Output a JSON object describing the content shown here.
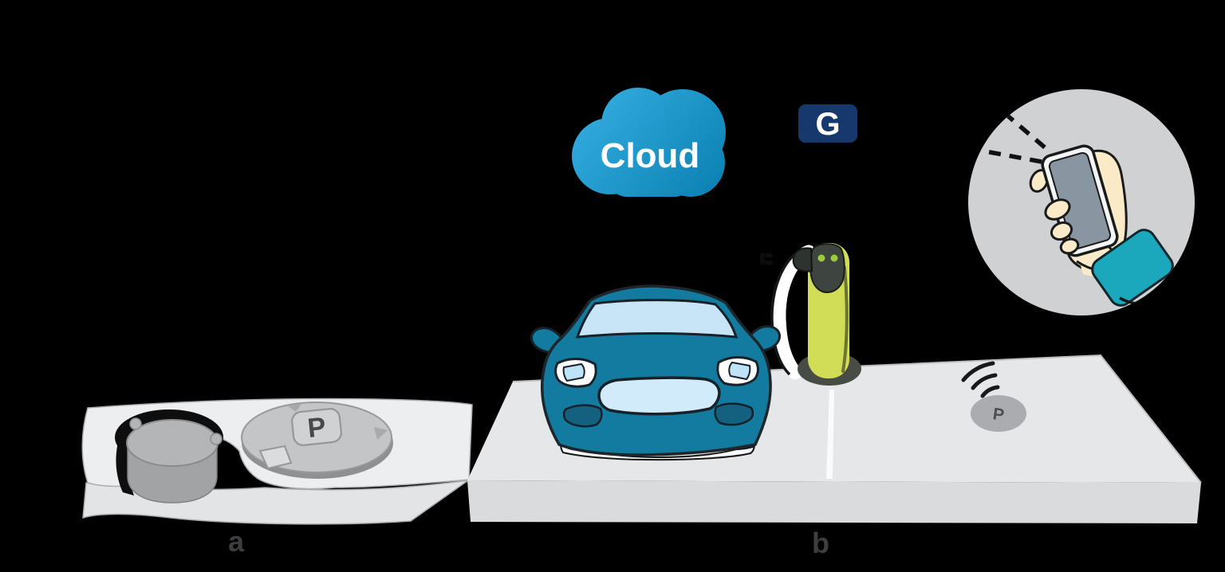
{
  "figure": {
    "background_color": "#000000",
    "panel_a": {
      "label": "a",
      "cap_letter": "P",
      "icons": [
        "buried-sensor-cutaway-icon",
        "sensor-cap-icon"
      ]
    },
    "panel_b": {
      "label": "b",
      "cloud_label": "Cloud",
      "gateway_label": "G",
      "sensor_letter": "P",
      "icons": [
        "cloud-icon",
        "gateway-badge",
        "electric-car-icon",
        "charging-station-icon",
        "charging-cable-icon",
        "ground-sensor-icon",
        "radio-waves-icon",
        "smartphone-in-hand-icon",
        "signal-dashes-icon"
      ]
    },
    "colors": {
      "cloud_gradient_start": "#34ACDF",
      "cloud_gradient_end": "#0C82B4",
      "gateway_badge": "#17386D",
      "car_body": "#137B9F",
      "car_glass": "#C7E5F7",
      "car_grille": "#D2EBFA",
      "car_foglight": "#14607F",
      "charger_body": "#D1DD57",
      "charger_head": "#3E4440",
      "charger_leds": "#9BCB3D",
      "sleeve": "#1BA8BD",
      "skin": "#FBEAC8",
      "phone_screen": "#8A95A2",
      "ground_top": "#E5E7E9",
      "ground_front": "#D9DBDD",
      "slab_top": "#EDEEEF",
      "slab_front": "#E3E4E6",
      "sensor_disc": "#C4C5C7",
      "spot_circle": "#D0D1D3",
      "label_text": "#3E3E40"
    }
  }
}
